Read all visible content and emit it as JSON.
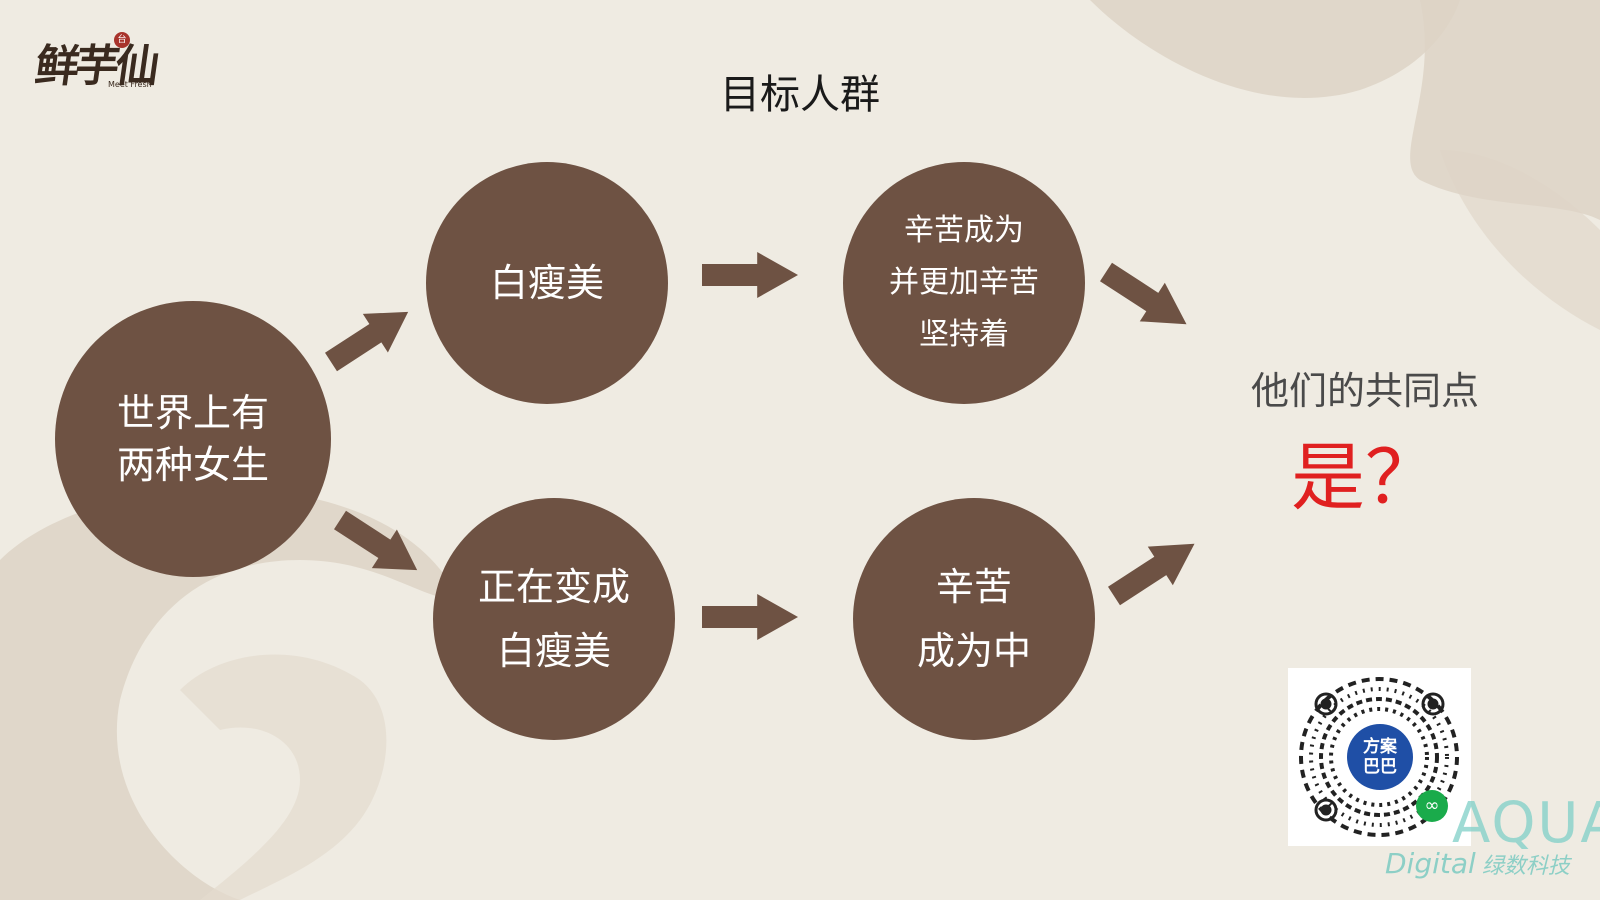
{
  "logo": {
    "main": "鲜芋仙",
    "seal": "台",
    "sub": "Meet Fresh"
  },
  "title": "目标人群",
  "nodes": {
    "start": [
      "世界上有",
      "两种女生"
    ],
    "top_left": [
      "白瘦美"
    ],
    "top_right": [
      "辛苦成为",
      "并更加辛苦",
      "坚持着"
    ],
    "bottom_left": [
      "正在变成",
      "白瘦美"
    ],
    "bottom_right": [
      "辛苦",
      "成为中"
    ]
  },
  "common_text": "他们的共同点",
  "answer_text": "是？",
  "qr": {
    "center_line1": "方案",
    "center_line2": "巴巴",
    "badge_icon": "mini-program-icon"
  },
  "watermark": {
    "brand": "AQUA",
    "sub": "Digital",
    "cn": "绿数科技"
  },
  "colors": {
    "circle": "#6e5243",
    "arrow": "#6e5243",
    "background": "#efebe2",
    "brush": "#ddd3c6",
    "answer": "#e02020"
  }
}
